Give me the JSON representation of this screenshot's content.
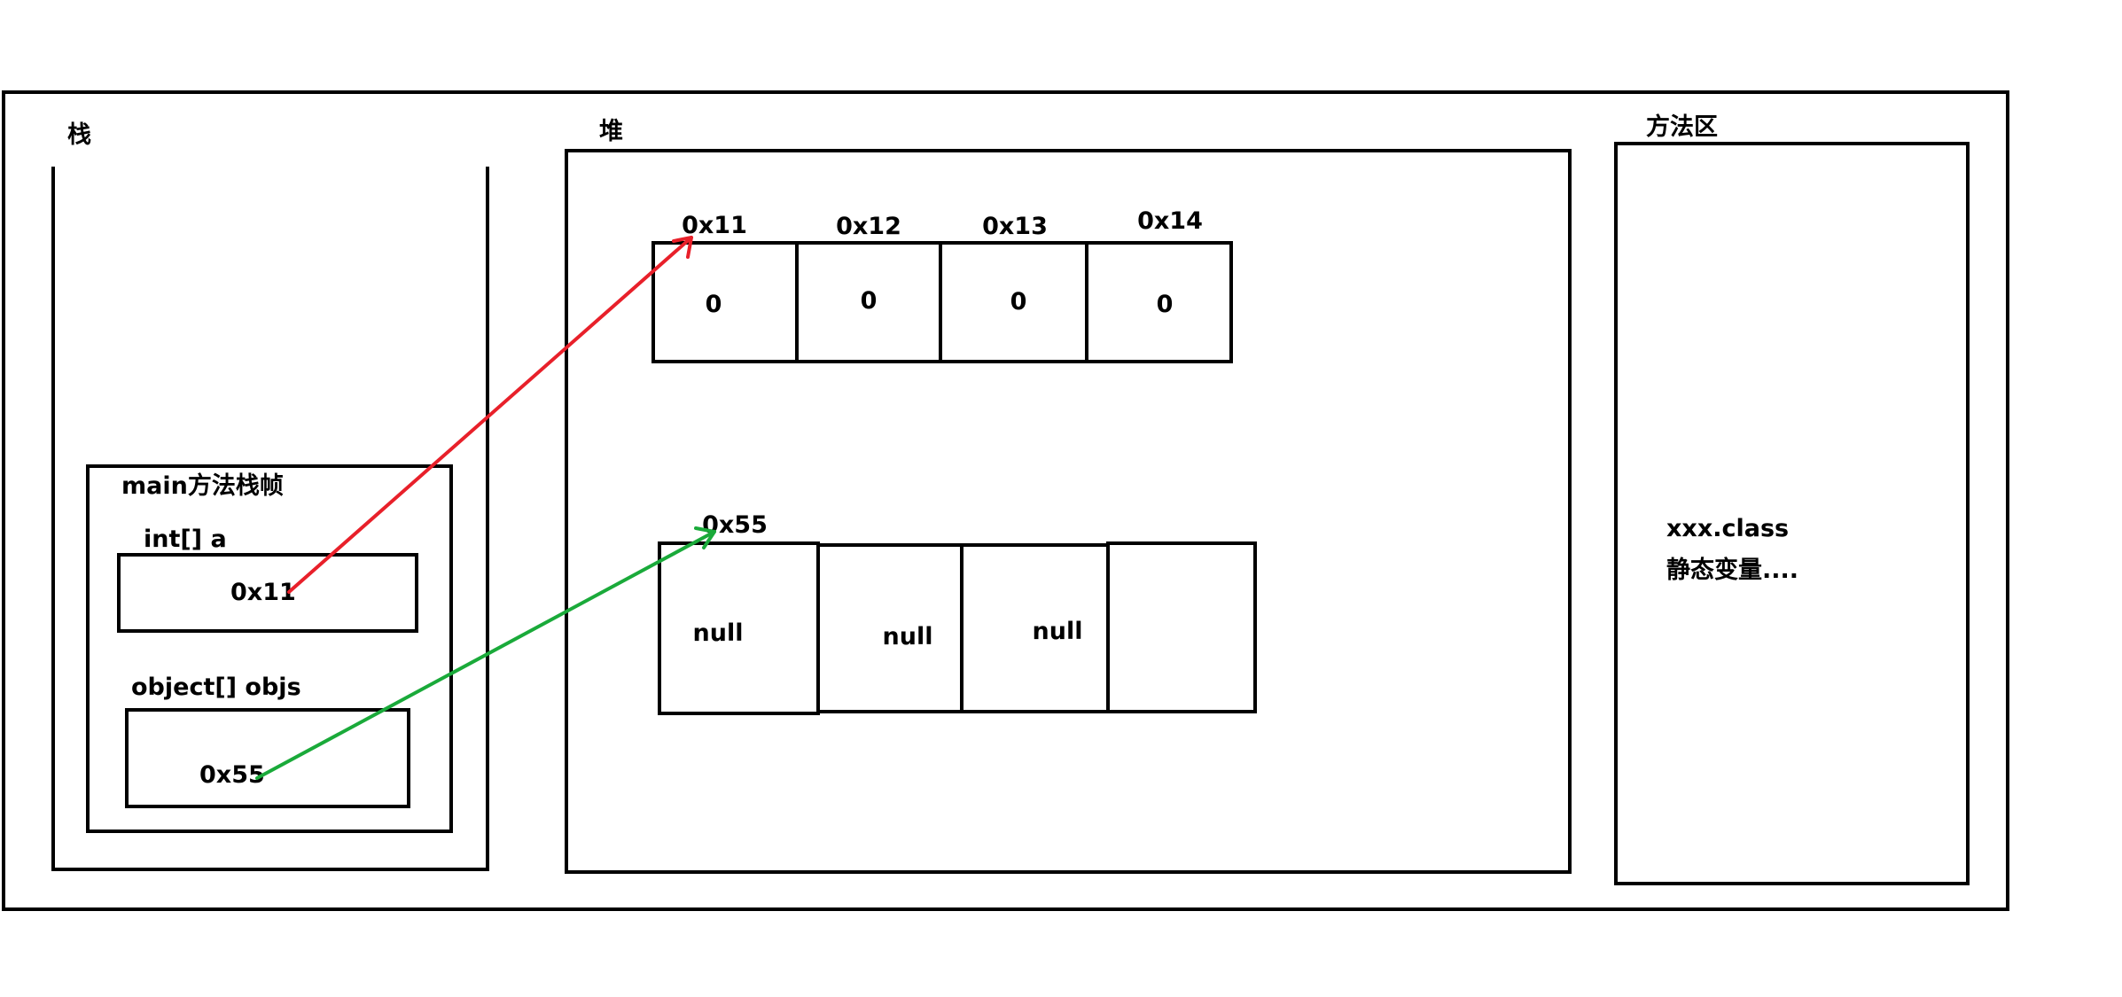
{
  "regions": {
    "stack": {
      "title": "栈"
    },
    "heap": {
      "title": "堆"
    },
    "method_area": {
      "title": "方法区",
      "lines": [
        "xxx.class",
        "静态变量...."
      ]
    }
  },
  "stack_frame": {
    "title": "main方法栈帧",
    "vars": [
      {
        "decl": "int[] a",
        "value": "0x11"
      },
      {
        "decl": "object[] objs",
        "value": "0x55"
      }
    ]
  },
  "heap_arrays": [
    {
      "cells": [
        {
          "address": "0x11",
          "value": "0"
        },
        {
          "address": "0x12",
          "value": "0"
        },
        {
          "address": "0x13",
          "value": "0"
        },
        {
          "address": "0x14",
          "value": "0"
        }
      ]
    },
    {
      "cells": [
        {
          "address": "0x55",
          "value": "null"
        },
        {
          "address": "",
          "value": "null"
        },
        {
          "address": "",
          "value": "null"
        },
        {
          "address": "",
          "value": ""
        }
      ]
    }
  ],
  "arrows": [
    {
      "from": "int[] a",
      "to": "0x11",
      "color": "#e8202a"
    },
    {
      "from": "object[] objs",
      "to": "0x55",
      "color": "#1aaa3a"
    }
  ]
}
